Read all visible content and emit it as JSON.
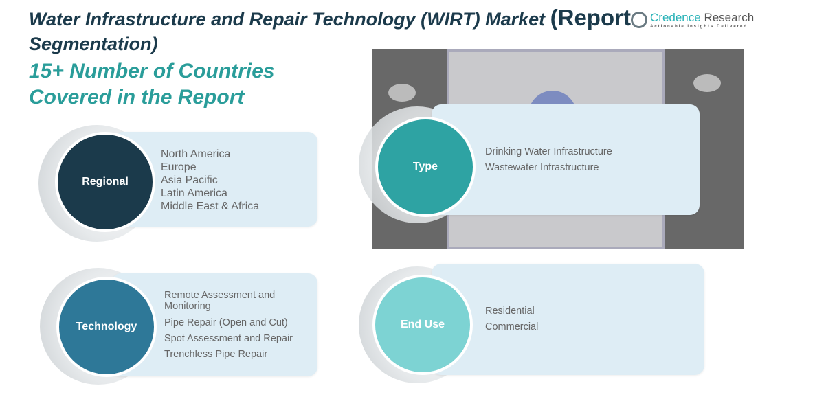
{
  "header": {
    "title_line1": "Water Infrastructure and Repair Technology (WIRT) Market ",
    "title_report": "(Report",
    "title_line2": "Segmentation)",
    "subtitle": "15+ Number of Countries Covered in the Report"
  },
  "logo": {
    "name_part1": "Credence",
    "name_part2": " Research",
    "tagline": "Actionable Insights Delivered"
  },
  "colors": {
    "navy": "#1b3a4b",
    "teal": "#2a9d9a",
    "technology": "#2e7898",
    "type": "#2ea3a3",
    "enduse": "#7dd3d3",
    "panel": "#deedf5"
  },
  "segments": {
    "regional": {
      "label": "Regional",
      "items": [
        "North America",
        "Europe",
        "Asia Pacific",
        "Latin America",
        "Middle East & Africa"
      ]
    },
    "technology": {
      "label": "Technology",
      "items": [
        "Remote Assessment and Monitoring",
        "Pipe Repair (Open and Cut)",
        "Spot Assessment and Repair",
        "Trenchless Pipe Repair"
      ]
    },
    "type": {
      "label": "Type",
      "items": [
        "Drinking Water Infrastructure",
        "Wastewater Infrastructure"
      ]
    },
    "end_use": {
      "label": "End Use",
      "items": [
        "Residential",
        "Commercial"
      ]
    }
  }
}
